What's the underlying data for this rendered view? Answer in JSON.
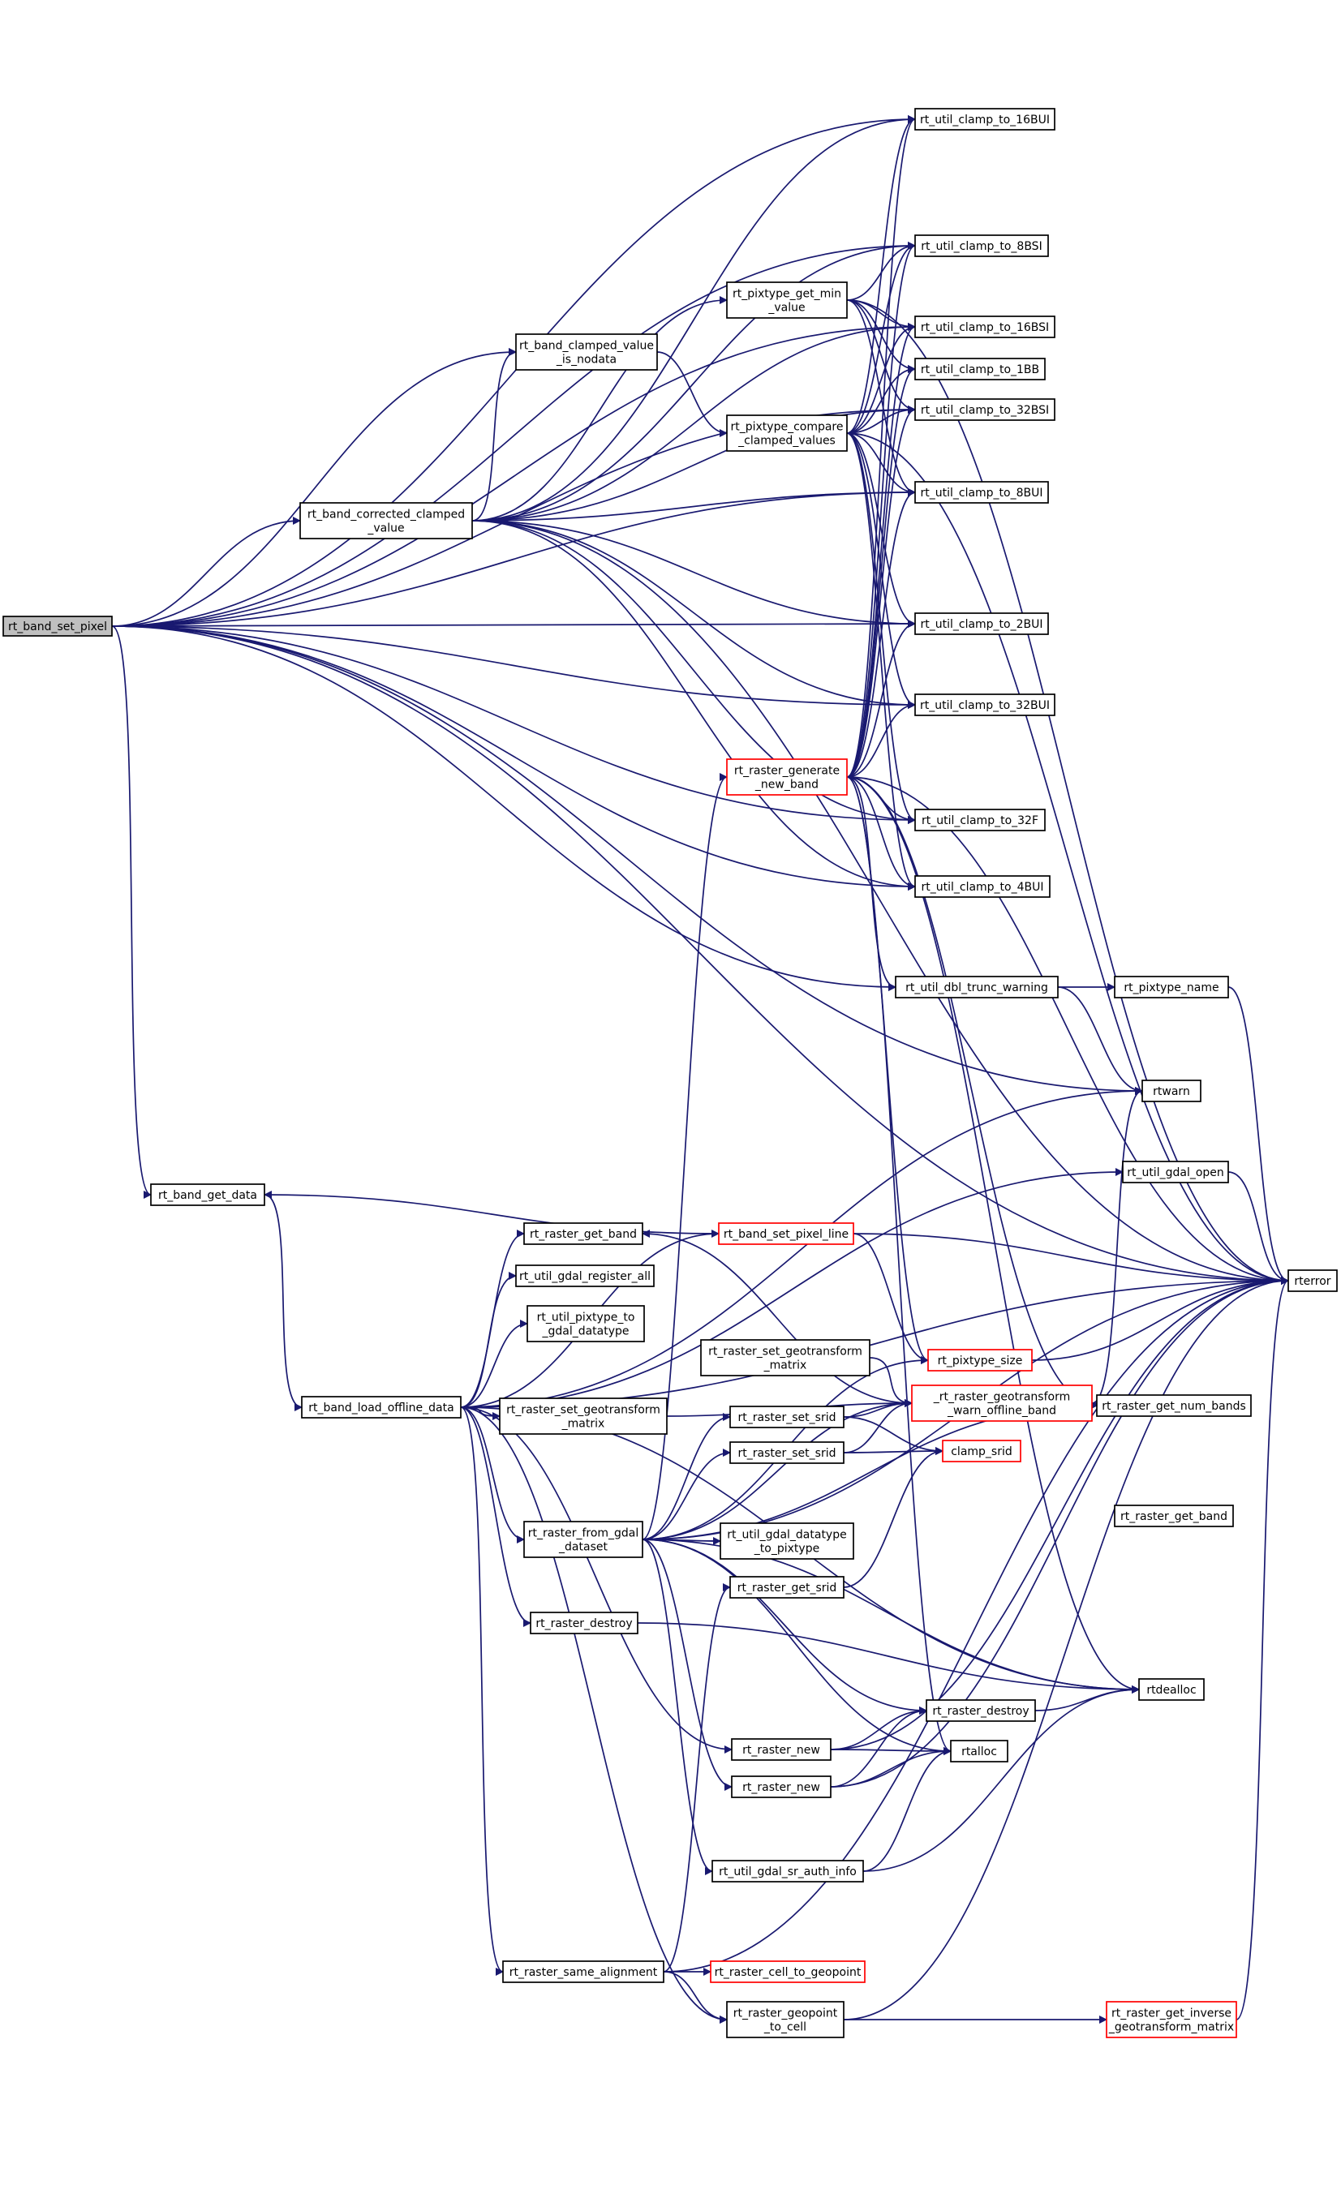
{
  "graph": {
    "colors": {
      "edge": "#191970",
      "node_border": "#000000",
      "truncated_border": "#ff0000",
      "root_fill": "#bfbfbf"
    },
    "nodes": [
      {
        "id": "n0",
        "label": "rt_band_set_pixel",
        "root": true
      },
      {
        "id": "n1",
        "label": "rt_util_clamp_to_16BUI"
      },
      {
        "id": "n2",
        "label": "rt_util_clamp_to_8BSI"
      },
      {
        "id": "n3",
        "label": "rt_pixtype_get_min\n_value"
      },
      {
        "id": "n4",
        "label": "rt_util_clamp_to_16BSI"
      },
      {
        "id": "n5",
        "label": "rt_band_clamped_value\n_is_nodata"
      },
      {
        "id": "n6",
        "label": "rt_util_clamp_to_1BB"
      },
      {
        "id": "n7",
        "label": "rt_util_clamp_to_32BSI"
      },
      {
        "id": "n8",
        "label": "rt_pixtype_compare\n_clamped_values"
      },
      {
        "id": "n9",
        "label": "rt_util_clamp_to_8BUI"
      },
      {
        "id": "n10",
        "label": "rt_band_corrected_clamped\n_value"
      },
      {
        "id": "n11",
        "label": "rt_util_clamp_to_2BUI"
      },
      {
        "id": "n12",
        "label": "rt_util_clamp_to_32BUI"
      },
      {
        "id": "n13",
        "label": "rt_raster_generate\n_new_band",
        "truncated": true
      },
      {
        "id": "n14",
        "label": "rt_util_clamp_to_32F"
      },
      {
        "id": "n15",
        "label": "rt_util_clamp_to_4BUI"
      },
      {
        "id": "n16",
        "label": "rt_util_dbl_trunc_warning"
      },
      {
        "id": "n17",
        "label": "rt_pixtype_name"
      },
      {
        "id": "n18",
        "label": "rtwarn"
      },
      {
        "id": "n19",
        "label": "rt_util_gdal_open"
      },
      {
        "id": "n20",
        "label": "rt_band_get_data"
      },
      {
        "id": "n21",
        "label": "rt_raster_get_band"
      },
      {
        "id": "n22",
        "label": "rt_band_set_pixel_line",
        "truncated": true
      },
      {
        "id": "n23",
        "label": "rterror"
      },
      {
        "id": "n24",
        "label": "rt_util_gdal_register_all"
      },
      {
        "id": "n25",
        "label": "rt_util_pixtype_to\n_gdal_datatype"
      },
      {
        "id": "n26",
        "label": "rt_raster_set_geotransform\n_matrix"
      },
      {
        "id": "n27",
        "label": "rt_pixtype_size",
        "truncated": true
      },
      {
        "id": "n28",
        "label": "_rt_raster_geotransform\n_warn_offline_band",
        "truncated": true
      },
      {
        "id": "n29",
        "label": "rt_raster_get_num_bands"
      },
      {
        "id": "n30",
        "label": "rt_band_load_offline_data"
      },
      {
        "id": "n31",
        "label": "rt_raster_set_geotransform\n_matrix"
      },
      {
        "id": "n32",
        "label": "rt_raster_set_srid"
      },
      {
        "id": "n33",
        "label": "rt_raster_set_srid"
      },
      {
        "id": "n34",
        "label": "clamp_srid",
        "truncated": true
      },
      {
        "id": "n35",
        "label": "rt_raster_get_band"
      },
      {
        "id": "n36",
        "label": "rt_raster_from_gdal\n_dataset"
      },
      {
        "id": "n37",
        "label": "rt_util_gdal_datatype\n_to_pixtype"
      },
      {
        "id": "n38",
        "label": "rt_raster_get_srid"
      },
      {
        "id": "n39",
        "label": "rt_raster_destroy"
      },
      {
        "id": "n40",
        "label": "rtdealloc"
      },
      {
        "id": "n41",
        "label": "rt_raster_destroy"
      },
      {
        "id": "n42",
        "label": "rt_raster_new"
      },
      {
        "id": "n43",
        "label": "rtalloc"
      },
      {
        "id": "n44",
        "label": "rt_raster_new"
      },
      {
        "id": "n45",
        "label": "rt_util_gdal_sr_auth_info"
      },
      {
        "id": "n46",
        "label": "rt_raster_same_alignment"
      },
      {
        "id": "n47",
        "label": "rt_raster_cell_to_geopoint",
        "truncated": true
      },
      {
        "id": "n48",
        "label": "rt_raster_geopoint\n_to_cell"
      },
      {
        "id": "n49",
        "label": "rt_raster_get_inverse\n_geotransform_matrix",
        "truncated": true
      }
    ],
    "edges": [
      [
        "n0",
        "n1"
      ],
      [
        "n0",
        "n2"
      ],
      [
        "n0",
        "n4"
      ],
      [
        "n0",
        "n5"
      ],
      [
        "n0",
        "n7"
      ],
      [
        "n0",
        "n9"
      ],
      [
        "n0",
        "n10"
      ],
      [
        "n0",
        "n11"
      ],
      [
        "n0",
        "n12"
      ],
      [
        "n0",
        "n14"
      ],
      [
        "n0",
        "n15"
      ],
      [
        "n0",
        "n16"
      ],
      [
        "n0",
        "n18"
      ],
      [
        "n0",
        "n20"
      ],
      [
        "n0",
        "n23"
      ],
      [
        "n10",
        "n1"
      ],
      [
        "n10",
        "n2"
      ],
      [
        "n10",
        "n3"
      ],
      [
        "n10",
        "n4"
      ],
      [
        "n10",
        "n5"
      ],
      [
        "n10",
        "n7"
      ],
      [
        "n10",
        "n9"
      ],
      [
        "n10",
        "n11"
      ],
      [
        "n10",
        "n12"
      ],
      [
        "n10",
        "n14"
      ],
      [
        "n10",
        "n15"
      ],
      [
        "n10",
        "n23"
      ],
      [
        "n5",
        "n8"
      ],
      [
        "n3",
        "n2"
      ],
      [
        "n3",
        "n4"
      ],
      [
        "n3",
        "n6"
      ],
      [
        "n3",
        "n7"
      ],
      [
        "n3",
        "n9"
      ],
      [
        "n3",
        "n23"
      ],
      [
        "n8",
        "n1"
      ],
      [
        "n8",
        "n2"
      ],
      [
        "n8",
        "n4"
      ],
      [
        "n8",
        "n6"
      ],
      [
        "n8",
        "n7"
      ],
      [
        "n8",
        "n9"
      ],
      [
        "n8",
        "n11"
      ],
      [
        "n8",
        "n12"
      ],
      [
        "n8",
        "n14"
      ],
      [
        "n8",
        "n15"
      ],
      [
        "n8",
        "n23"
      ],
      [
        "n13",
        "n1"
      ],
      [
        "n13",
        "n2"
      ],
      [
        "n13",
        "n4"
      ],
      [
        "n13",
        "n6"
      ],
      [
        "n13",
        "n7"
      ],
      [
        "n13",
        "n9"
      ],
      [
        "n13",
        "n11"
      ],
      [
        "n13",
        "n12"
      ],
      [
        "n13",
        "n14"
      ],
      [
        "n13",
        "n15"
      ],
      [
        "n13",
        "n16"
      ],
      [
        "n13",
        "n23"
      ],
      [
        "n13",
        "n27"
      ],
      [
        "n13",
        "n29"
      ],
      [
        "n13",
        "n40"
      ],
      [
        "n13",
        "n43"
      ],
      [
        "n16",
        "n17"
      ],
      [
        "n16",
        "n18"
      ],
      [
        "n17",
        "n23"
      ],
      [
        "n19",
        "n23"
      ],
      [
        "n20",
        "n30"
      ],
      [
        "n22",
        "n20"
      ],
      [
        "n22",
        "n23"
      ],
      [
        "n22",
        "n27"
      ],
      [
        "n27",
        "n23"
      ],
      [
        "n28",
        "n18"
      ],
      [
        "n28",
        "n29"
      ],
      [
        "n28",
        "n21"
      ],
      [
        "n26",
        "n28"
      ],
      [
        "n30",
        "n18"
      ],
      [
        "n30",
        "n19"
      ],
      [
        "n30",
        "n21"
      ],
      [
        "n30",
        "n22"
      ],
      [
        "n30",
        "n23"
      ],
      [
        "n30",
        "n24"
      ],
      [
        "n30",
        "n25"
      ],
      [
        "n30",
        "n31"
      ],
      [
        "n30",
        "n36"
      ],
      [
        "n30",
        "n39"
      ],
      [
        "n30",
        "n42"
      ],
      [
        "n30",
        "n46"
      ],
      [
        "n30",
        "n48"
      ],
      [
        "n30",
        "n40"
      ],
      [
        "n31",
        "n28"
      ],
      [
        "n32",
        "n28"
      ],
      [
        "n32",
        "n34"
      ],
      [
        "n33",
        "n28"
      ],
      [
        "n33",
        "n34"
      ],
      [
        "n38",
        "n34"
      ],
      [
        "n36",
        "n13"
      ],
      [
        "n36",
        "n27"
      ],
      [
        "n36",
        "n32"
      ],
      [
        "n36",
        "n33"
      ],
      [
        "n36",
        "n37"
      ],
      [
        "n36",
        "n40"
      ],
      [
        "n36",
        "n41"
      ],
      [
        "n36",
        "n43"
      ],
      [
        "n36",
        "n44"
      ],
      [
        "n36",
        "n45"
      ],
      [
        "n36",
        "n23"
      ],
      [
        "n36",
        "n28"
      ],
      [
        "n36",
        "n29"
      ],
      [
        "n39",
        "n40"
      ],
      [
        "n41",
        "n40"
      ],
      [
        "n42",
        "n41"
      ],
      [
        "n42",
        "n43"
      ],
      [
        "n42",
        "n23"
      ],
      [
        "n44",
        "n41"
      ],
      [
        "n44",
        "n43"
      ],
      [
        "n44",
        "n23"
      ],
      [
        "n45",
        "n43"
      ],
      [
        "n45",
        "n40"
      ],
      [
        "n46",
        "n38"
      ],
      [
        "n46",
        "n47"
      ],
      [
        "n46",
        "n48"
      ],
      [
        "n46",
        "n23"
      ],
      [
        "n48",
        "n49"
      ],
      [
        "n48",
        "n23"
      ],
      [
        "n49",
        "n23"
      ]
    ]
  }
}
